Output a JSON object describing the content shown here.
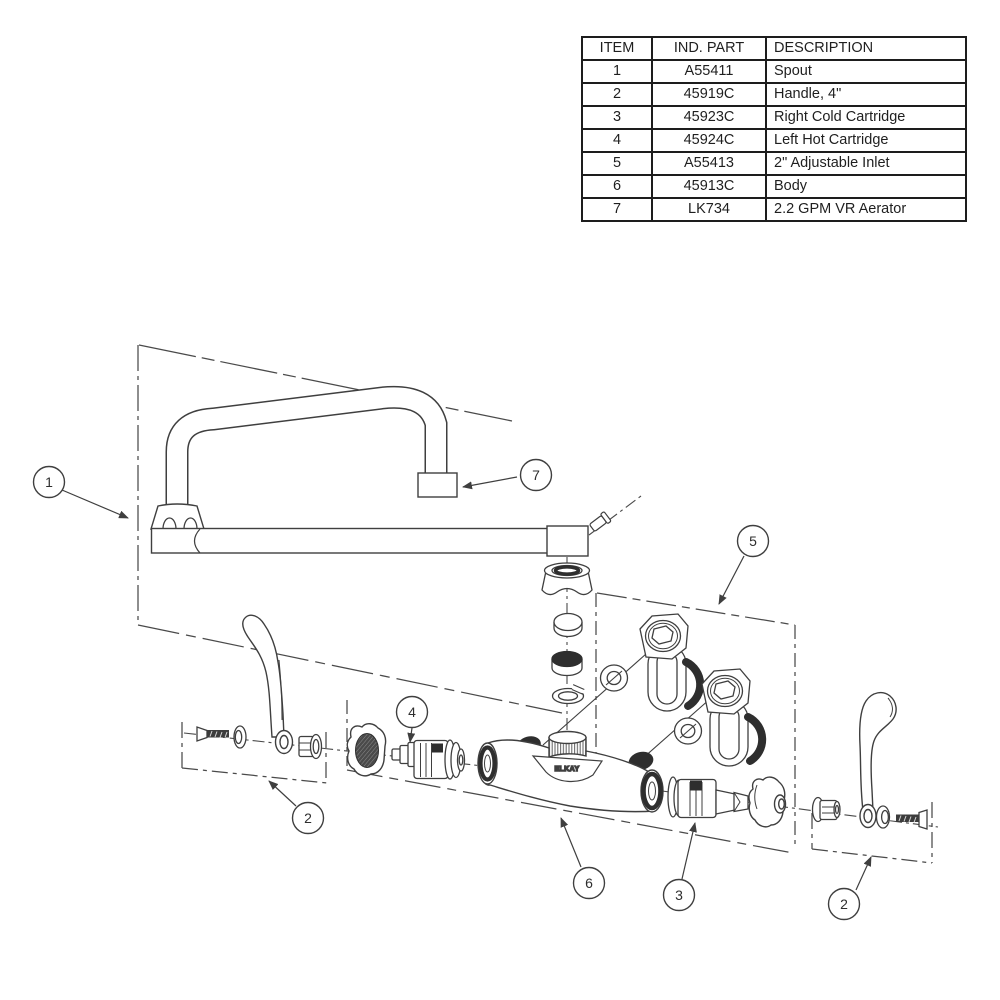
{
  "parts_table": {
    "headers": [
      "ITEM",
      "IND. PART",
      "DESCRIPTION"
    ],
    "rows": [
      {
        "item": "1",
        "part": "A55411",
        "description": "Spout"
      },
      {
        "item": "2",
        "part": "45919C",
        "description": "Handle, 4\""
      },
      {
        "item": "3",
        "part": "45923C",
        "description": "Right Cold Cartridge"
      },
      {
        "item": "4",
        "part": "45924C",
        "description": "Left Hot Cartridge"
      },
      {
        "item": "5",
        "part": "A55413",
        "description": "2\" Adjustable Inlet"
      },
      {
        "item": "6",
        "part": "45913C",
        "description": "Body"
      },
      {
        "item": "7",
        "part": "LK734",
        "description": "2.2 GPM VR Aerator"
      }
    ]
  },
  "diagram": {
    "body_label": "ELKAY",
    "callouts": [
      {
        "id": "callout-1",
        "label": "1"
      },
      {
        "id": "callout-7",
        "label": "7"
      },
      {
        "id": "callout-5",
        "label": "5"
      },
      {
        "id": "callout-2-left",
        "label": "2"
      },
      {
        "id": "callout-4",
        "label": "4"
      },
      {
        "id": "callout-6",
        "label": "6"
      },
      {
        "id": "callout-3",
        "label": "3"
      },
      {
        "id": "callout-2-right",
        "label": "2"
      }
    ]
  },
  "colors": {
    "line": "#3f3f3f",
    "dark_fill": "#2e2e2e",
    "table_border": "#1d1d1d",
    "background": "#ffffff"
  }
}
